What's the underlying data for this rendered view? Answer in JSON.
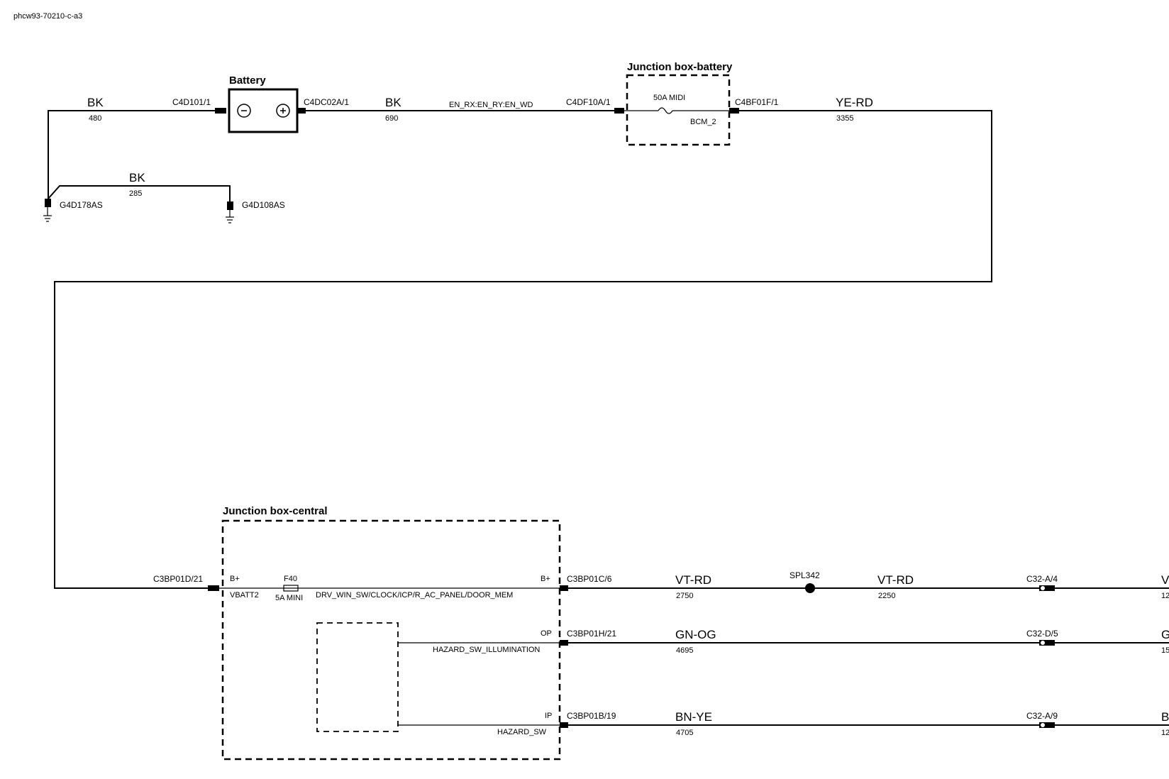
{
  "doc_id": "phcw93-70210-c-a3",
  "battery": {
    "title": "Battery",
    "neg_symbol": "-",
    "pos_symbol": "+",
    "neg_connector": "C4D101/1",
    "pos_connector": "C4DC02A/1"
  },
  "wires": {
    "w480": {
      "color": "BK",
      "num": "480"
    },
    "w690": {
      "color": "BK",
      "num": "690",
      "signal": "EN_RX:EN_RY:EN_WD"
    },
    "w285": {
      "color": "BK",
      "num": "285"
    },
    "w3355": {
      "color": "YE-RD",
      "num": "3355"
    },
    "w2750": {
      "color": "VT-RD",
      "num": "2750"
    },
    "w2250": {
      "color": "VT-RD",
      "num": "2250"
    },
    "w4695": {
      "color": "GN-OG",
      "num": "4695"
    },
    "w4705": {
      "color": "BN-YE",
      "num": "4705"
    }
  },
  "grounds": {
    "g1": "G4D178AS",
    "g2": "G4D108AS"
  },
  "jb_battery": {
    "title": "Junction box-battery",
    "fuse": "50A MIDI",
    "circuit": "BCM_2",
    "in_connector": "C4DF10A/1",
    "out_connector": "C4BF01F/1"
  },
  "jb_central": {
    "title": "Junction box-central",
    "in_connector": "C3BP01D/21",
    "in_pin": "B+",
    "in_net": "VBATT2",
    "fuse_id": "F40",
    "fuse_rating": "5A MINI",
    "circuit": "DRV_WIN_SW/CLOCK/ICP/R_AC_PANEL/DOOR_MEM",
    "out1_pin": "B+",
    "out1_connector": "C3BP01C/6",
    "out2_pin": "OP",
    "out2_net": "HAZARD_SW_ILLUMINATION",
    "out2_connector": "C3BP01H/21",
    "out3_pin": "IP",
    "out3_net": "HAZARD_SW",
    "out3_connector": "C3BP01B/19"
  },
  "splice": "SPL342",
  "right_connectors": {
    "c1": "C32-A/4",
    "c2": "C32-D/5",
    "c3": "C32-A/9"
  },
  "cut_labels": {
    "r1a": "V",
    "r1b": "12",
    "r2a": "G",
    "r2b": "15",
    "r3a": "B",
    "r3b": "12"
  }
}
